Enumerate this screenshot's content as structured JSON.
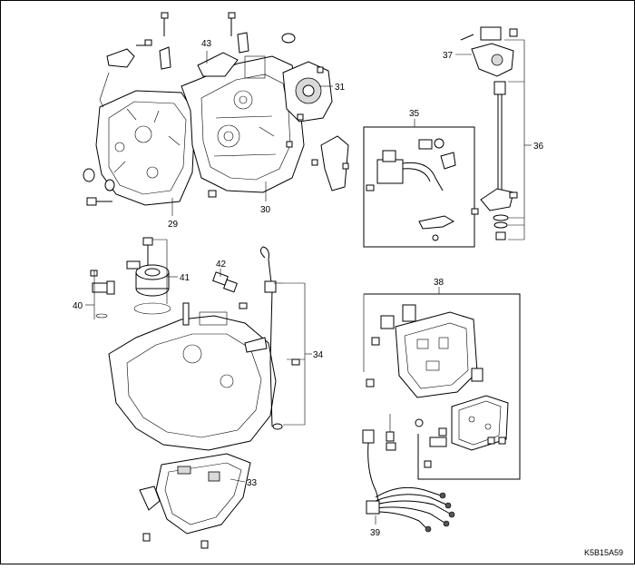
{
  "diagram": {
    "callouts": {
      "c29": "29",
      "c30": "30",
      "c31": "31",
      "c33": "33",
      "c34": "34",
      "c35": "35",
      "c36": "36",
      "c37": "37",
      "c38": "38",
      "c39": "39",
      "c40": "40",
      "c41": "41",
      "c42": "42",
      "c43": "43"
    },
    "figure_code": "K5B15A59"
  }
}
